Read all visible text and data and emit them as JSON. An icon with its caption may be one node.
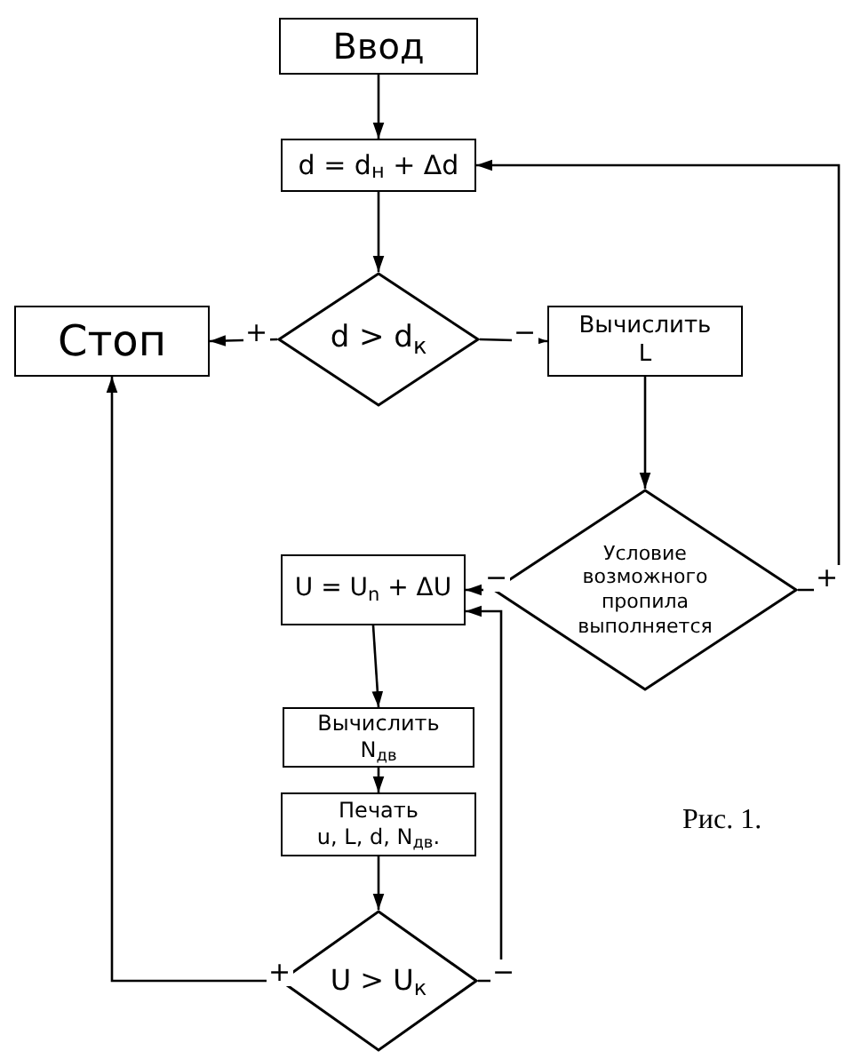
{
  "diagram": {
    "caption": "Рис. 1.",
    "nodes": [
      {
        "text": [
          "Ввод"
        ]
      },
      {
        "text": [
          "d = d$_{н}$ + Δd"
        ]
      },
      {
        "text": [
          "d > d$_{к}$"
        ]
      },
      {
        "text": [
          "Стоп"
        ]
      },
      {
        "text": [
          "Вычислить",
          "L"
        ]
      },
      {
        "text": [
          "Условие возможного пропила выполняется"
        ]
      },
      {
        "text": [
          "U = U$_{n}$ + ΔU"
        ]
      },
      {
        "text": [
          "Вычислить",
          "N$_{дв}$"
        ]
      },
      {
        "text": [
          "Печать",
          "u, L, d, N$_{дв}$."
        ]
      },
      {
        "text": [
          "U > U$_{к}$"
        ]
      }
    ],
    "edges": [
      {
        "from": 0,
        "to": 1,
        "arrow": "to"
      },
      {
        "from": 1,
        "to": 2,
        "arrow": "to"
      },
      {
        "from": 2,
        "to": 3,
        "arrow": "to",
        "label": "+"
      },
      {
        "from": 2,
        "to": 4,
        "arrow": "to",
        "label": "−"
      },
      {
        "from": 4,
        "to": 5,
        "arrow": "to"
      },
      {
        "from": 5,
        "to": 6,
        "arrow": "to",
        "label": "−"
      },
      {
        "from": 5,
        "to": 1,
        "arrow": "to",
        "label": "+"
      },
      {
        "from": 6,
        "to": 7,
        "arrow": "to"
      },
      {
        "from": 7,
        "to": 8,
        "arrow": "to"
      },
      {
        "from": 8,
        "to": 9,
        "arrow": "to"
      },
      {
        "from": 9,
        "to": 3,
        "arrow": "to",
        "label": "+"
      },
      {
        "from": 9,
        "to": 6,
        "arrow": "to",
        "label": "−"
      }
    ]
  }
}
